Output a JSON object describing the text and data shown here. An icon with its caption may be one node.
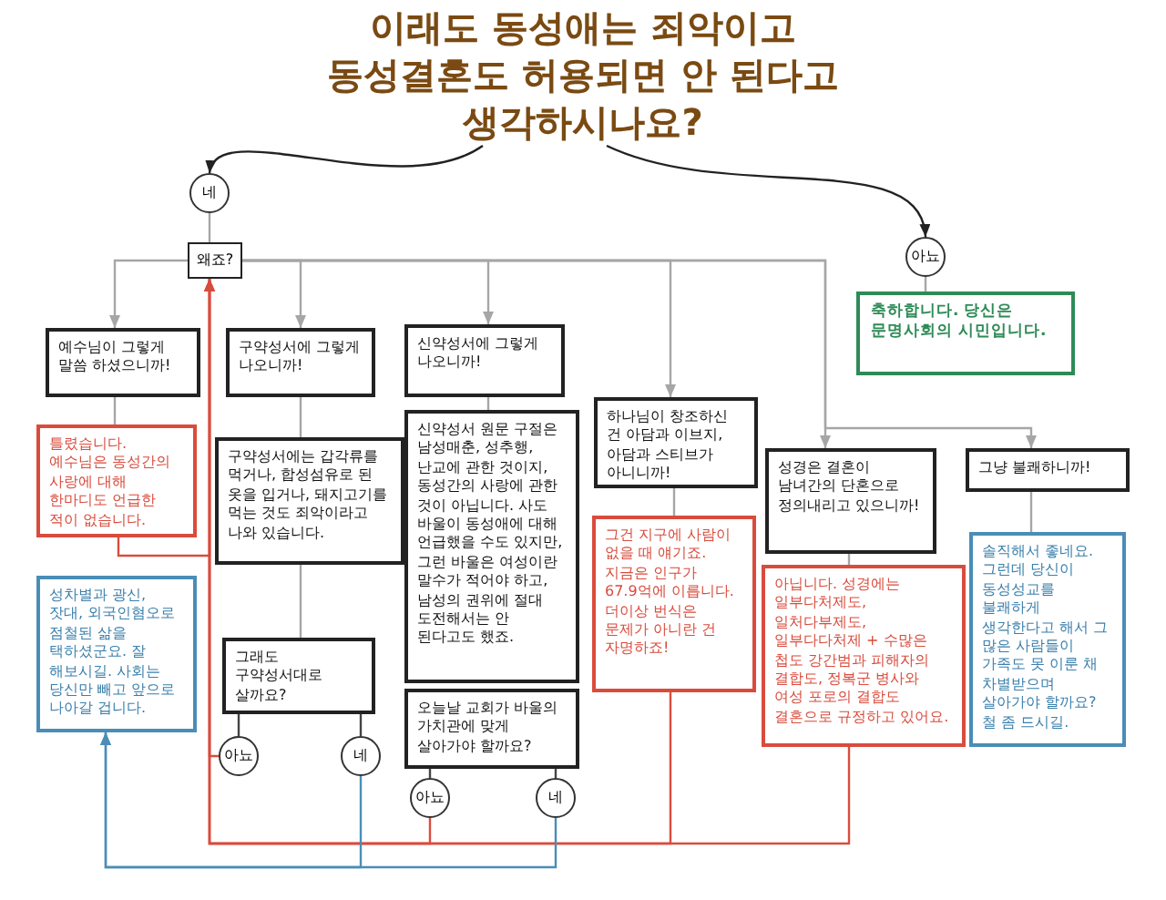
{
  "diagram": {
    "nodes": [
      {
        "text": [
          "이래도 동성애는 죄악이고 동성결혼도 허용되면 안 된다고 생각하시나요?"
        ]
      },
      {
        "text": [
          "네"
        ]
      },
      {
        "text": [
          "아뇨"
        ]
      },
      {
        "text": [
          "축하합니다. 당신은 문명사회의 시민입니다."
        ]
      },
      {
        "text": [
          "왜죠?"
        ]
      },
      {
        "text": [
          "예수님이 그렇게 말씀 하셨으니까!"
        ]
      },
      {
        "text": [
          "틀렸습니다. 예수님은 동성간의 사랑에 대해 한마디도 언급한 적이 없습니다."
        ]
      },
      {
        "text": [
          "성차별과 광신, 잣대, 외국인혐오로 점철된 삶을 택하셨군요. 잘 해보시길. 사회는 당신만 빼고 앞으로 나아갈 겁니다."
        ]
      },
      {
        "text": [
          "구약성서에 그렇게 나오니까!"
        ]
      },
      {
        "text": [
          "구약성서에는 갑각류를 먹거나, 합성섬유로 된 옷을 입거나, 돼지고기를 먹는 것도 죄악이라고 나와 있습니다."
        ]
      },
      {
        "text": [
          "그래도 구약성서대로 살까요?"
        ]
      },
      {
        "text": [
          "아뇨"
        ]
      },
      {
        "text": [
          "네"
        ]
      },
      {
        "text": [
          "신약성서에 그렇게 나오니까!"
        ]
      },
      {
        "text": [
          "신약성서 원문 구절은 남성매춘, 성추행, 난교에 관한 것이지, 동성간의 사랑에 관한 것이 아닙니다. 사도 바울이 동성애에 대해 언급했을 수도 있지만, 그런 바울은 여성이란 말수가 적어야 하고, 남성의 권위에 절대 도전해서는 안 된다고도 했죠."
        ]
      },
      {
        "text": [
          "오늘날 교회가 바울의 가치관에 맞게 살아가야 할까요?"
        ]
      },
      {
        "text": [
          "아뇨"
        ]
      },
      {
        "text": [
          "네"
        ]
      },
      {
        "text": [
          "하나님이 창조하신 건 아담과 이브지, 아담과 스티브가 아니니까!"
        ]
      },
      {
        "text": [
          "그건 지구에 사람이 없을 때 얘기죠. 지금은 인구가 67.9억에 이릅니다. 더이상 번식은 문제가 아니란 건 자명하죠!"
        ]
      },
      {
        "text": [
          "성경은 결혼이 남녀간의 단혼으로 정의내리고 있으니까!"
        ]
      },
      {
        "text": [
          "아닙니다. 성경에는 일부다처제도, 일처다부제도, 일부다다처제 + 수많은 첩도 강간범과 피해자의 결합도, 정복군 병사와 여성 포로의 결합도 결혼으로 규정하고 있어요."
        ]
      },
      {
        "text": [
          "그냥 불쾌하니까!"
        ]
      },
      {
        "text": [
          "솔직해서 좋네요. 그런데 당신이 동성성교를 불쾌하게 생각한다고 해서 그 많은 사람들이 가족도 못 이룬 채 차별받으며 살아가야 할까요? 철 좀 드시길."
        ]
      }
    ],
    "edges": [
      {
        "from": 0,
        "to": 1,
        "arrow": "to",
        "color": "#222222"
      },
      {
        "from": 0,
        "to": 2,
        "arrow": "to",
        "color": "#222222"
      },
      {
        "from": 1,
        "to": 4,
        "arrow": "none"
      },
      {
        "from": 2,
        "to": 3,
        "arrow": "none"
      },
      {
        "from": 4,
        "to": 5,
        "arrow": "to"
      },
      {
        "from": 4,
        "to": 8,
        "arrow": "to"
      },
      {
        "from": 4,
        "to": 13,
        "arrow": "to"
      },
      {
        "from": 4,
        "to": 18,
        "arrow": "to"
      },
      {
        "from": 4,
        "to": 20,
        "arrow": "to"
      },
      {
        "from": 4,
        "to": 22,
        "arrow": "to"
      },
      {
        "from": 5,
        "to": 6,
        "arrow": "none"
      },
      {
        "from": 6,
        "to": 4,
        "arrow": "to",
        "color": "#d94c3d"
      },
      {
        "from": 11,
        "to": 4,
        "arrow": "to",
        "color": "#d94c3d"
      },
      {
        "from": 16,
        "to": 4,
        "arrow": "to",
        "color": "#d94c3d"
      },
      {
        "from": 19,
        "to": 4,
        "arrow": "to",
        "color": "#d94c3d"
      },
      {
        "from": 21,
        "to": 4,
        "arrow": "to",
        "color": "#d94c3d"
      },
      {
        "from": 12,
        "to": 7,
        "arrow": "to",
        "color": "#4a8db7"
      },
      {
        "from": 17,
        "to": 7,
        "arrow": "to",
        "color": "#4a8db7"
      },
      {
        "from": 8,
        "to": 9,
        "arrow": "none"
      },
      {
        "from": 9,
        "to": 10,
        "arrow": "none"
      },
      {
        "from": 10,
        "to": 11,
        "arrow": "none",
        "color": "#444444"
      },
      {
        "from": 10,
        "to": 12,
        "arrow": "none",
        "color": "#444444"
      },
      {
        "from": 13,
        "to": 14,
        "arrow": "none"
      },
      {
        "from": 15,
        "to": 16,
        "arrow": "none",
        "color": "#444444"
      },
      {
        "from": 15,
        "to": 17,
        "arrow": "none",
        "color": "#444444"
      },
      {
        "from": 18,
        "to": 19,
        "arrow": "none"
      },
      {
        "from": 20,
        "to": 21,
        "arrow": "none"
      },
      {
        "from": 22,
        "to": 23,
        "arrow": "none"
      }
    ]
  }
}
